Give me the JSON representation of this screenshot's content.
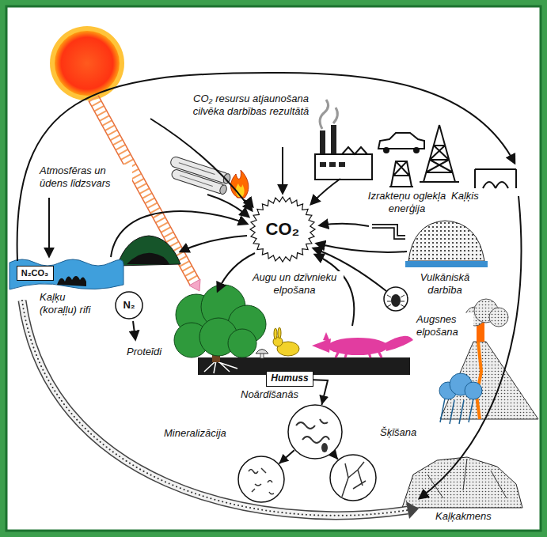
{
  "diagram": {
    "nodes": [
      {
        "text": [
          "CO₂"
        ]
      },
      {
        "text": [
          "N₂CO₃"
        ]
      },
      {
        "text": [
          "N₂"
        ]
      },
      {
        "text": [
          "Humuss"
        ]
      },
      {
        "text": [
          "Noārdīšanās"
        ]
      },
      {
        "text": [
          "Mineralizācija"
        ]
      },
      {
        "text": [
          "Šķīšana"
        ]
      }
    ],
    "edges": [
      {
        "from": 3,
        "to": 4,
        "arrow": "to"
      },
      {
        "from": 4,
        "to": 5,
        "arrow": "to"
      },
      {
        "from": 4,
        "to": 6,
        "arrow": "to"
      }
    ],
    "labels": [
      "CO₂ resursu atjaunošana cilvēka darbības rezultātā",
      "Atmosfēras un ūdens līdzsvars",
      "Izrakteņu oglekļa enerģija",
      "Kaļķis",
      "Vulkāniskā darbība",
      "Augu un dzīvnieku elpošana",
      "Augsnes elpošana",
      "Kaļķu (koraļļu) rifi",
      "Proteīdi",
      "Kaļķakmens"
    ]
  }
}
